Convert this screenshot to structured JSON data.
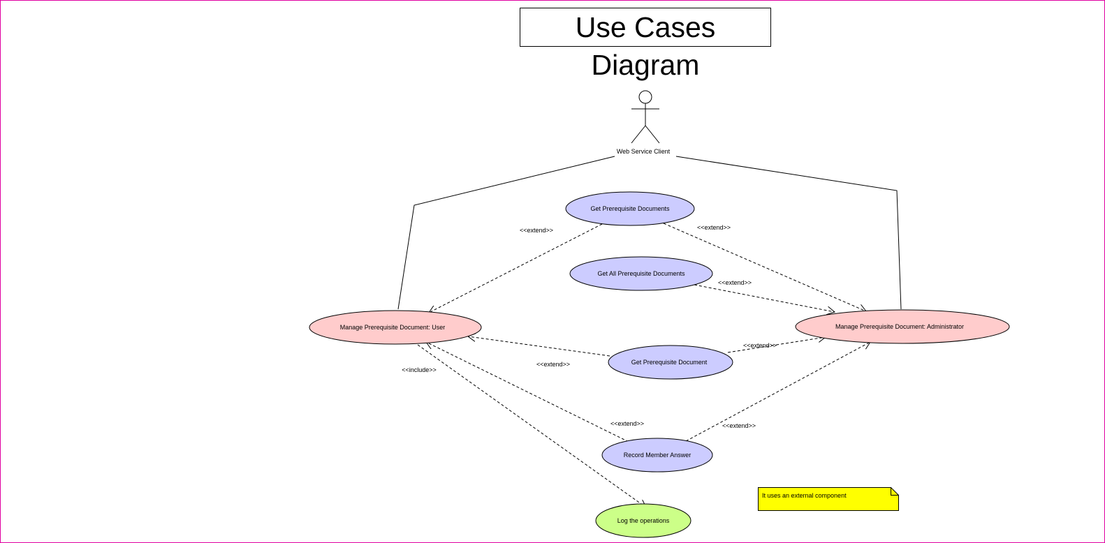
{
  "title": "Use Cases Diagram",
  "actor": {
    "name": "Web Service Client"
  },
  "use_cases": {
    "get_prereq_docs": "Get Prerequisite Documents",
    "get_all_prereq_docs": "Get All Prerequisite Documents",
    "manage_user": "Manage Prerequisite Document: User",
    "manage_admin": "Manage Prerequisite Document: Administrator",
    "get_prereq_doc": "Get Prerequisite Document",
    "record_answer": "Record Member Answer",
    "log_operations": "Log the operations"
  },
  "relationships": {
    "extend": "<<extend>>",
    "include": "<<include>>"
  },
  "note": {
    "text": "It uses  an external component"
  },
  "colors": {
    "border": "#e000a0",
    "use_case_blue": "#ccccff",
    "use_case_pink": "#ffcccc",
    "use_case_green": "#ccff88",
    "note_yellow": "#ffff00"
  }
}
